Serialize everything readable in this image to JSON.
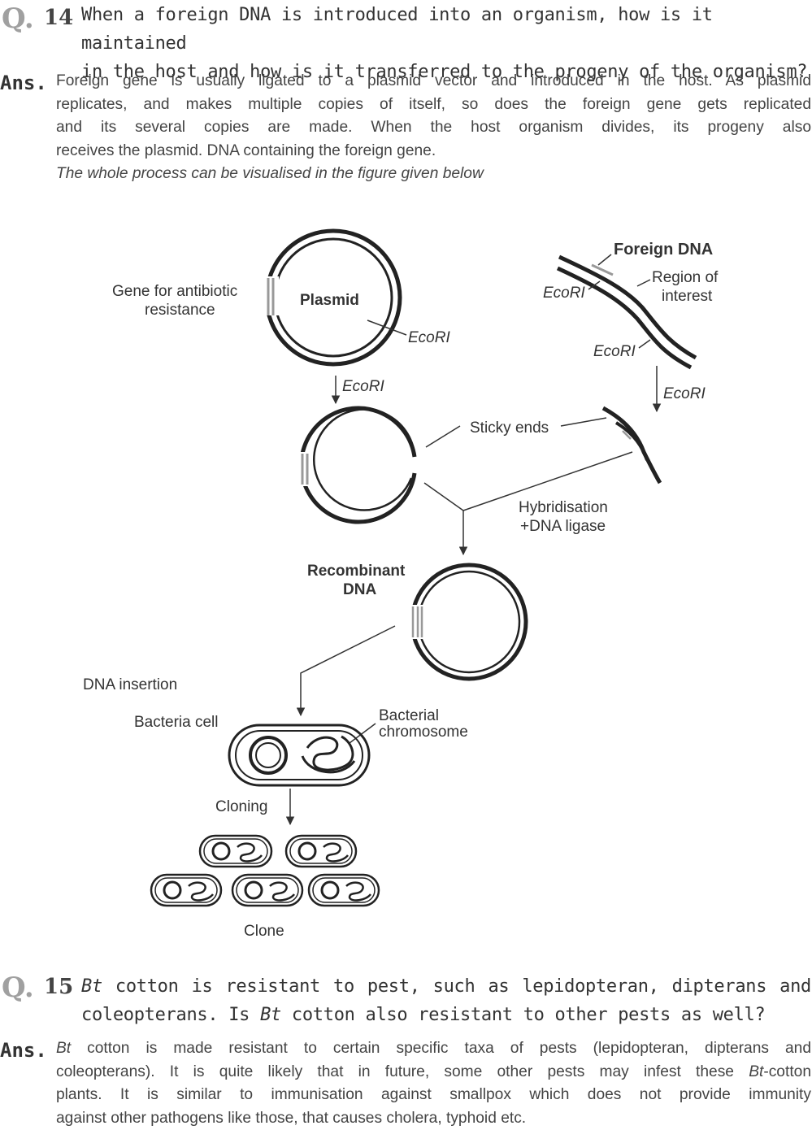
{
  "q14": {
    "mark": "Q.",
    "number": "14",
    "question_lines": [
      "When a foreign DNA is introduced into an organism, how is it maintained",
      "in the host and how is it transferred to the progeny of the organism?"
    ],
    "ans_label": "Ans.",
    "answer_lines": [
      "Foreign gene is usually ligated to a plasmid vector and introduced in the host. As plasmid",
      "replicates, and makes multiple copies of itself, so does the foreign gene gets replicated",
      "and its several copies are made. When the host organism divides, its progeny also",
      "receives the plasmid. DNA containing the foreign gene."
    ],
    "answer_italic": "The whole process can be visualised in the figure given below"
  },
  "figure": {
    "gene_antibiotic_1": "Gene for antibiotic",
    "gene_antibiotic_2": "resistance",
    "plasmid": "Plasmid",
    "ecori_plasmid": "EcoRI",
    "foreign_dna": "Foreign DNA",
    "region_1": "Region of",
    "region_2": "interest",
    "ecori_foreign_top": "EcoRI",
    "ecori_foreign_bottom": "EcoRI",
    "ecori_arrow_left": "EcoRI",
    "ecori_arrow_right": "EcoRI",
    "sticky_ends": "Sticky ends",
    "hybridisation_1": "Hybridisation",
    "hybridisation_2": "+DNA ligase",
    "recombinant_1": "Recombinant",
    "recombinant_2": "DNA",
    "dna_insertion": "DNA insertion",
    "bacteria_cell": "Bacteria cell",
    "bacterial_chromosome_1": "Bacterial",
    "bacterial_chromosome_2": "chromosome",
    "cloning": "Cloning",
    "clone": "Clone"
  },
  "q15": {
    "mark": "Q.",
    "number": "15",
    "question_line1_italic": "Bt",
    "question_line1_rest": " cotton is resistant to pest, such as lepidopteran, dipterans and",
    "question_line2_a": "coleopterans. Is ",
    "question_line2_italic": "Bt",
    "question_line2_b": " cotton also resistant to other pests as well?",
    "ans_label": "Ans.",
    "answer_l1_italic": "Bt",
    "answer_l1_rest": " cotton is made resistant to certain specific taxa of pests (lepidopteran, dipterans and",
    "answer_l2_a": "coleopterans). It is quite likely that in future, some other pests may infest these ",
    "answer_l2_italic": "Bt",
    "answer_l2_b": "-cotton",
    "answer_l3": "plants. It is similar to immunisation against smallpox which does not provide immunity",
    "answer_l4": "against other pathogens like those, that causes cholera, typhoid etc."
  }
}
